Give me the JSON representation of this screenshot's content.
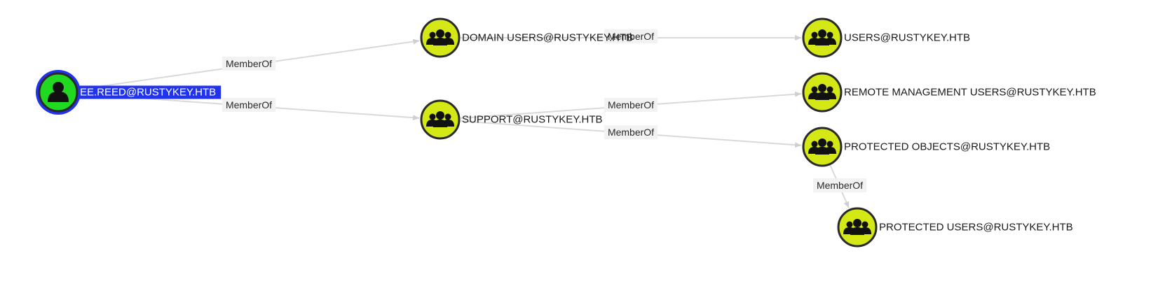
{
  "colors": {
    "user_node_fill": "#21d921",
    "group_node_fill": "#d4e816",
    "node_stroke": "#2a2a2a",
    "selection_ring": "#2233ee",
    "edge": "#d9d9d9",
    "edge_label_bg": "#f2f2f2"
  },
  "nodes": {
    "ee_reed": {
      "label": "EE.REED@RUSTYKEY.HTB",
      "icon": "user-icon",
      "type": "User",
      "selected": true
    },
    "domain_users": {
      "label": "DOMAIN USERS@RUSTYKEY.HTB",
      "icon": "group-icon",
      "type": "Group"
    },
    "support": {
      "label": "SUPPORT@RUSTYKEY.HTB",
      "icon": "group-icon",
      "type": "Group"
    },
    "users": {
      "label": "USERS@RUSTYKEY.HTB",
      "icon": "group-icon",
      "type": "Group"
    },
    "remote_mgmt": {
      "label": "REMOTE MANAGEMENT USERS@RUSTYKEY.HTB",
      "icon": "group-icon",
      "type": "Group"
    },
    "protected_objects": {
      "label": "PROTECTED OBJECTS@RUSTYKEY.HTB",
      "icon": "group-icon",
      "type": "Group"
    },
    "protected_users": {
      "label": "PROTECTED USERS@RUSTYKEY.HTB",
      "icon": "group-icon",
      "type": "Group"
    }
  },
  "edges": [
    {
      "from": "ee_reed",
      "to": "domain_users",
      "label": "MemberOf"
    },
    {
      "from": "ee_reed",
      "to": "support",
      "label": "MemberOf"
    },
    {
      "from": "domain_users",
      "to": "users",
      "label": "MemberOf"
    },
    {
      "from": "support",
      "to": "remote_mgmt",
      "label": "MemberOf"
    },
    {
      "from": "support",
      "to": "protected_objects",
      "label": "MemberOf"
    },
    {
      "from": "protected_objects",
      "to": "protected_users",
      "label": "MemberOf"
    }
  ]
}
